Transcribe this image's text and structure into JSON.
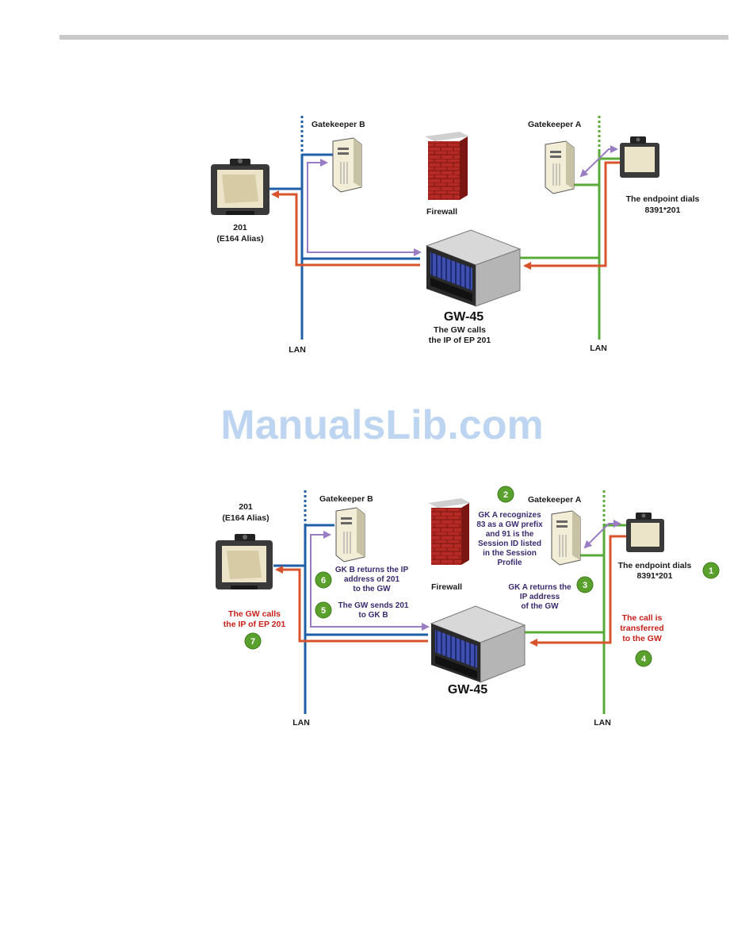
{
  "watermark": "ManualsLib.com",
  "diagram1": {
    "gatekeeper_b": "Gatekeeper B",
    "gatekeeper_a": "Gatekeeper A",
    "firewall": "Firewall",
    "endpoint_201_line1": "201",
    "endpoint_201_line2": "(E164 Alias)",
    "endpoint_dials_line1": "The endpoint dials",
    "endpoint_dials_line2": "8391*201",
    "gw_name": "GW-45",
    "gw_calls_line1": "The GW calls",
    "gw_calls_line2": "the IP of EP 201",
    "lan_left": "LAN",
    "lan_right": "LAN"
  },
  "diagram2": {
    "gatekeeper_b": "Gatekeeper B",
    "gatekeeper_a": "Gatekeeper A",
    "firewall": "Firewall",
    "endpoint_201_line1": "201",
    "endpoint_201_line2": "(E164 Alias)",
    "gw_name": "GW-45",
    "lan_left": "LAN",
    "lan_right": "LAN",
    "steps": {
      "s1": {
        "num": "1",
        "lines": [
          "The endpoint dials",
          "8391*201"
        ]
      },
      "s2": {
        "num": "2",
        "lines": [
          "GK A recognizes",
          "83 as a GW prefix",
          "and 91 is the",
          "Session ID listed",
          "in the Session",
          "Profile"
        ]
      },
      "s3": {
        "num": "3",
        "lines": [
          "GK A returns the",
          "IP address",
          "of the GW"
        ]
      },
      "s4": {
        "num": "4",
        "lines": [
          "The call is",
          "transferred",
          "to the GW"
        ]
      },
      "s5": {
        "num": "5",
        "lines": [
          "The GW sends 201",
          "to GK B"
        ]
      },
      "s6": {
        "num": "6",
        "lines": [
          "GK B returns the IP",
          "address of 201",
          "to the GW"
        ]
      },
      "s7": {
        "num": "7",
        "lines": [
          "The GW calls",
          "the IP of EP 201"
        ]
      }
    }
  },
  "colors": {
    "lan_left": "#1f5fa8",
    "lan_right": "#5aaa3a",
    "call_flow": "#d9532c",
    "signaling": "#9a7cc4",
    "step_badge": "#5aa02c",
    "firewall_brick": "#b52a24"
  }
}
